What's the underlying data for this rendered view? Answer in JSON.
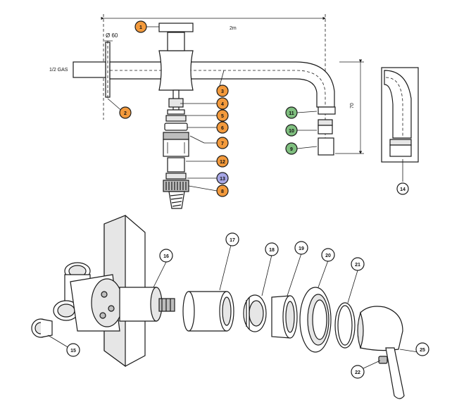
{
  "dimensions": {
    "width_label": "2m",
    "height_label": "70",
    "diameter_label": "Ø 60",
    "thread_label": "1/2 GAS"
  },
  "callouts_top": [
    {
      "num": "1",
      "color": "#f39a3c"
    },
    {
      "num": "2",
      "color": "#f39a3c"
    },
    {
      "num": "3",
      "color": "#f39a3c"
    },
    {
      "num": "4",
      "color": "#f39a3c"
    },
    {
      "num": "5",
      "color": "#f39a3c"
    },
    {
      "num": "6",
      "color": "#f39a3c"
    },
    {
      "num": "7",
      "color": "#f39a3c"
    },
    {
      "num": "8",
      "color": "#f39a3c"
    },
    {
      "num": "9",
      "color": "#f39a3c"
    },
    {
      "num": "10",
      "color": "#7fbf7f"
    },
    {
      "num": "11",
      "color": "#7fbf7f"
    },
    {
      "num": "12",
      "color": "#f39a3c"
    },
    {
      "num": "13",
      "color": "#a7a7e6"
    },
    {
      "num": "14",
      "color": "#ffffff"
    }
  ],
  "callouts_bottom": [
    {
      "num": "15",
      "color": "#ffffff"
    },
    {
      "num": "16",
      "color": "#ffffff"
    },
    {
      "num": "17",
      "color": "#ffffff"
    },
    {
      "num": "18",
      "color": "#ffffff"
    },
    {
      "num": "19",
      "color": "#ffffff"
    },
    {
      "num": "20",
      "color": "#ffffff"
    },
    {
      "num": "21",
      "color": "#ffffff"
    },
    {
      "num": "22",
      "color": "#ffffff"
    },
    {
      "num": "25",
      "color": "#ffffff"
    }
  ]
}
